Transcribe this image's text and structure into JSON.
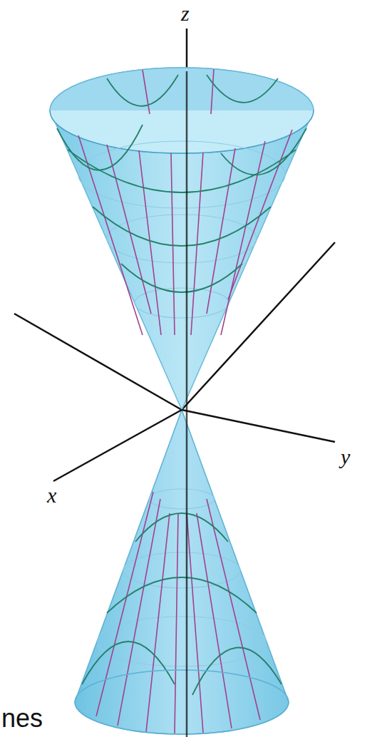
{
  "diagram": {
    "labels": [
      "z",
      "y",
      "x",
      "nes"
    ]
  }
}
